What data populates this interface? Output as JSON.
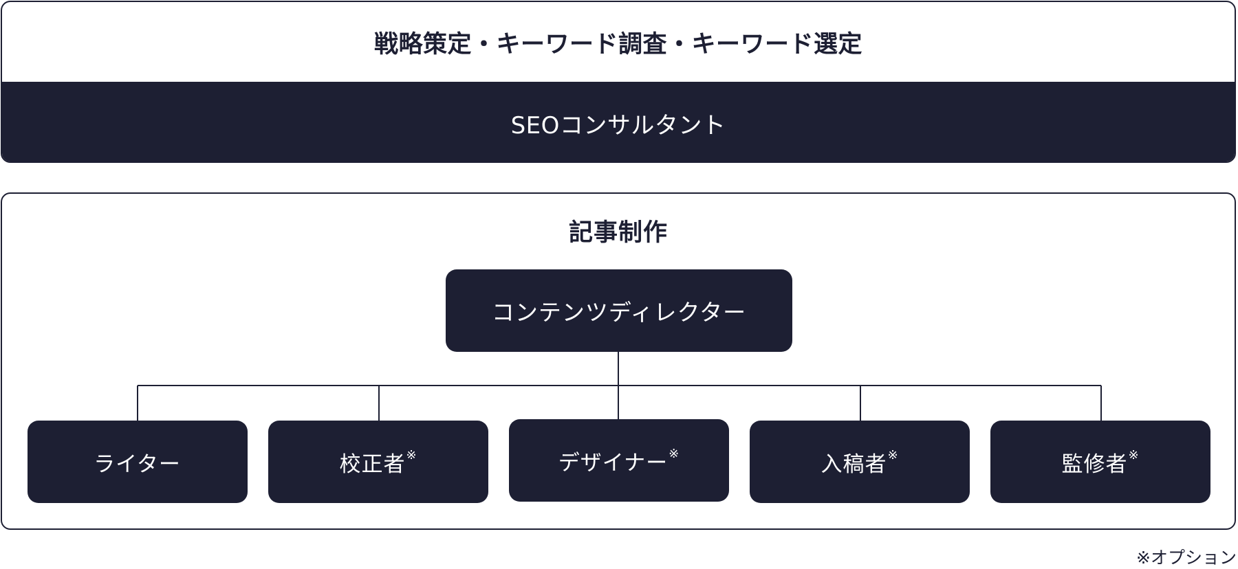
{
  "strategy": {
    "title": "戦略策定・キーワード調査・キーワード選定",
    "role": "SEOコンサルタント"
  },
  "production": {
    "title": "記事制作",
    "director": "コンテンツディレクター",
    "members": [
      {
        "label": "ライター",
        "mark": ""
      },
      {
        "label": "校正者",
        "mark": "※"
      },
      {
        "label": "デザイナー",
        "mark": "※"
      },
      {
        "label": "入稿者",
        "mark": "※"
      },
      {
        "label": "監修者",
        "mark": "※"
      }
    ]
  },
  "footnote": "※オプション",
  "colors": {
    "navy": "#1d1f33",
    "white": "#ffffff"
  }
}
